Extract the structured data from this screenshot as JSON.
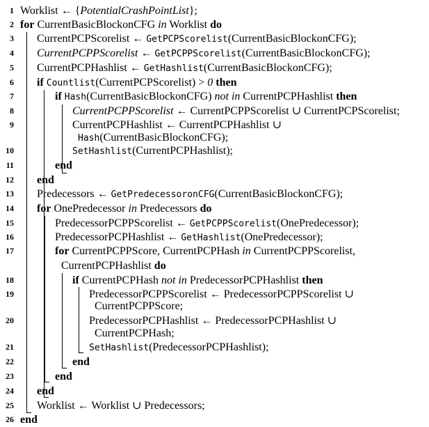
{
  "lines": [
    {
      "num": "1",
      "segs": [
        {
          "t": "Worklist ← {"
        },
        {
          "t": "PotentialCrashPointList",
          "c": "it"
        },
        {
          "t": "};"
        }
      ]
    },
    {
      "num": "2",
      "segs": [
        {
          "t": "for",
          "c": "kw"
        },
        {
          "t": " CurrentBasicBlockonCFG "
        },
        {
          "t": "in",
          "c": "it"
        },
        {
          "t": " Worklist "
        },
        {
          "t": "do",
          "c": "kw"
        }
      ]
    },
    {
      "num": "3",
      "segs": [
        {
          "t": "CurrentPCPScorelist ← "
        },
        {
          "t": "GetPCPScorelist",
          "c": "tt"
        },
        {
          "t": "(CurrentBasicBlockonCFG);"
        }
      ]
    },
    {
      "num": "4",
      "segs": [
        {
          "t": "CurrentPCPPScorelist",
          "c": "it"
        },
        {
          "t": " ← "
        },
        {
          "t": "GetPCPPScorelist",
          "c": "tt"
        },
        {
          "t": "(CurrentBasicBlockonCFG);"
        }
      ]
    },
    {
      "num": "5",
      "segs": [
        {
          "t": "CurrentPCPHashlist ← "
        },
        {
          "t": "GetHashlist",
          "c": "tt"
        },
        {
          "t": "(CurrentBasicBlockonCFG);"
        }
      ]
    },
    {
      "num": "6",
      "segs": [
        {
          "t": "if",
          "c": "kw"
        },
        {
          "t": " "
        },
        {
          "t": "Countlist",
          "c": "tt"
        },
        {
          "t": "(CurrentPCPScorelist) > "
        },
        {
          "t": "0",
          "c": "it"
        },
        {
          "t": " "
        },
        {
          "t": "then",
          "c": "kw"
        }
      ]
    },
    {
      "num": "7",
      "segs": [
        {
          "t": "if",
          "c": "kw"
        },
        {
          "t": " "
        },
        {
          "t": "Hash",
          "c": "tt"
        },
        {
          "t": "(CurrentBasicBlockonCFG) "
        },
        {
          "t": "not in",
          "c": "it"
        },
        {
          "t": " CurrentPCPHashlist "
        },
        {
          "t": "then",
          "c": "kw"
        }
      ]
    },
    {
      "num": "8",
      "segs": [
        {
          "t": "CurrentPCPPScorelist",
          "c": "it"
        },
        {
          "t": " ← CurrentPCPPScorelist ∪ CurrentPCPScorelist;"
        }
      ]
    },
    {
      "num": "9",
      "segs": [
        {
          "t": "CurrentPCPHashlist ← CurrentPCPHashlist ∪"
        }
      ]
    },
    {
      "num": "",
      "segs": [
        {
          "t": "Hash",
          "c": "tt"
        },
        {
          "t": "(CurrentBasicBlockonCFG);"
        }
      ]
    },
    {
      "num": "10",
      "segs": [
        {
          "t": "SetHashlist",
          "c": "tt"
        },
        {
          "t": "(CurrentPCPHashlist);"
        }
      ]
    },
    {
      "num": "11",
      "segs": [
        {
          "t": "end",
          "c": "kw"
        }
      ]
    },
    {
      "num": "12",
      "segs": [
        {
          "t": "end",
          "c": "kw"
        }
      ]
    },
    {
      "num": "13",
      "segs": [
        {
          "t": "Predecessors ← "
        },
        {
          "t": "GetPredecessoronCFG",
          "c": "tt"
        },
        {
          "t": "(CurrentBasicBlockonCFG);"
        }
      ]
    },
    {
      "num": "14",
      "segs": [
        {
          "t": "for",
          "c": "kw"
        },
        {
          "t": " OnePredecessor "
        },
        {
          "t": "in",
          "c": "it"
        },
        {
          "t": " Predecessors "
        },
        {
          "t": "do",
          "c": "kw"
        }
      ]
    },
    {
      "num": "15",
      "segs": [
        {
          "t": "PredecessorPCPPScorelist ← "
        },
        {
          "t": "GetPCPPScorelist",
          "c": "tt"
        },
        {
          "t": "(OnePredecessor);"
        }
      ]
    },
    {
      "num": "16",
      "segs": [
        {
          "t": "PredecessorPCPHashlist ← "
        },
        {
          "t": "GetHashlist",
          "c": "tt"
        },
        {
          "t": "(OnePredecessor);"
        }
      ]
    },
    {
      "num": "17",
      "segs": [
        {
          "t": "for",
          "c": "kw"
        },
        {
          "t": " CurrentPCPPScore, CurrentPCPHash "
        },
        {
          "t": "in",
          "c": "it"
        },
        {
          "t": " CurrentPCPPScorelist,"
        }
      ]
    },
    {
      "num": "",
      "segs": [
        {
          "t": "CurrentPCPHashlist "
        },
        {
          "t": "do",
          "c": "kw"
        }
      ]
    },
    {
      "num": "18",
      "segs": [
        {
          "t": "if",
          "c": "kw"
        },
        {
          "t": " CurrentPCPHash "
        },
        {
          "t": "not in",
          "c": "it"
        },
        {
          "t": " PredecessorPCPHashlist "
        },
        {
          "t": "then",
          "c": "kw"
        }
      ]
    },
    {
      "num": "19",
      "segs": [
        {
          "t": "PredecessorPCPPScorelist ← PredecessorPCPPScorelist ∪"
        }
      ]
    },
    {
      "num": "",
      "segs": [
        {
          "t": "CurrentPCPPScore;"
        }
      ]
    },
    {
      "num": "20",
      "segs": [
        {
          "t": "PredecessorPCPHashlist ← PredecessorPCPHashlist ∪"
        }
      ]
    },
    {
      "num": "",
      "segs": [
        {
          "t": "CurrentPCPHash;"
        }
      ]
    },
    {
      "num": "21",
      "segs": [
        {
          "t": "SetHashlist",
          "c": "tt"
        },
        {
          "t": "(PredecessorPCPHashlist);"
        }
      ]
    },
    {
      "num": "22",
      "segs": [
        {
          "t": "end",
          "c": "kw"
        }
      ]
    },
    {
      "num": "23",
      "segs": [
        {
          "t": "end",
          "c": "kw"
        }
      ]
    },
    {
      "num": "24",
      "segs": [
        {
          "t": "end",
          "c": "kw"
        }
      ]
    },
    {
      "num": "25",
      "segs": [
        {
          "t": "Worklist ← Worklist ∪ Predecessors;"
        }
      ]
    },
    {
      "num": "26",
      "segs": [
        {
          "t": "end",
          "c": "kw"
        }
      ]
    }
  ]
}
